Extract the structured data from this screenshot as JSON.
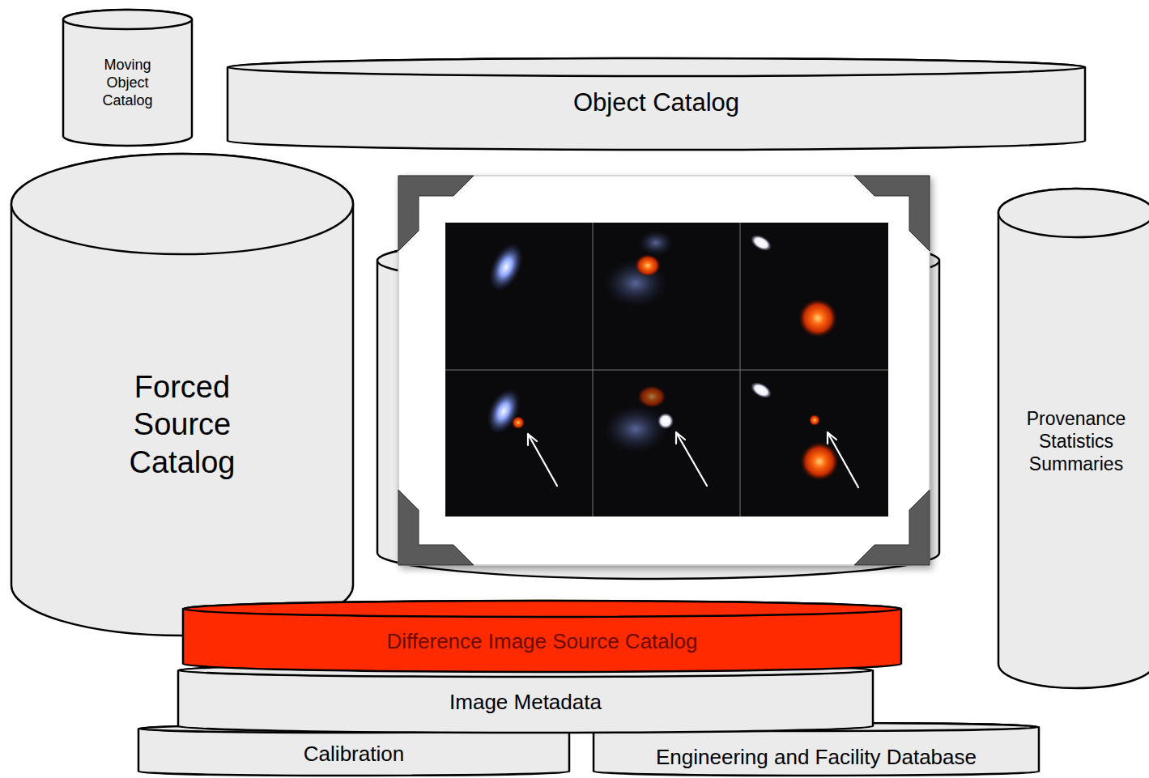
{
  "diagram": {
    "nodes": [
      {
        "text": [
          "Moving Object Catalog"
        ]
      },
      {
        "text": [
          "Object Catalog"
        ]
      },
      {
        "text": [
          "Forced Source Catalog"
        ]
      },
      {
        "text": [
          "Provenance Statistics Summaries"
        ]
      },
      {
        "text": [
          "Difference Image Source Catalog"
        ]
      },
      {
        "text": [
          "Image Metadata"
        ]
      },
      {
        "text": [
          "Calibration"
        ]
      },
      {
        "text": [
          "Engineering and Facility Database"
        ]
      }
    ]
  }
}
